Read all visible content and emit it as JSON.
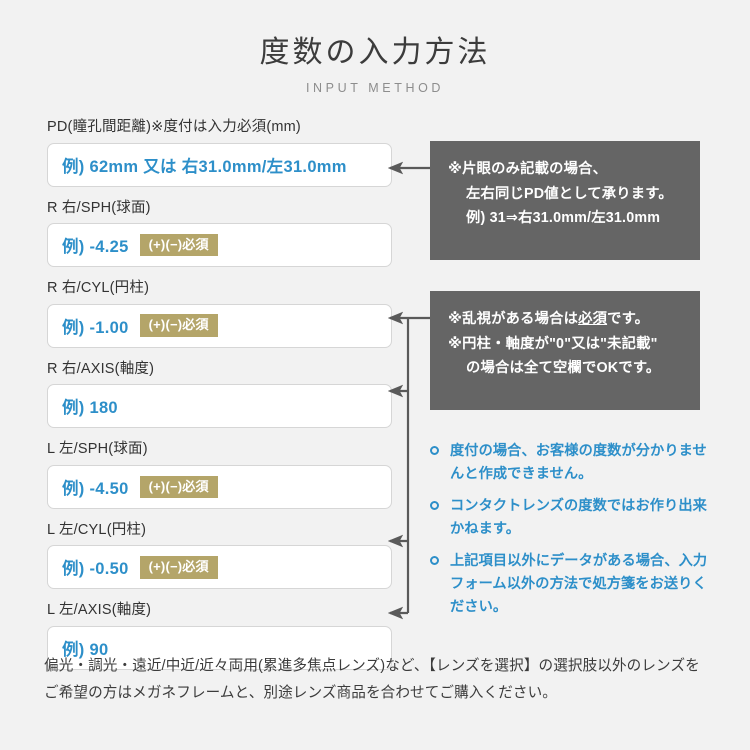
{
  "header": {
    "title": "度数の入力方法",
    "subtitle": "INPUT METHOD"
  },
  "form": {
    "fields": [
      {
        "id": "pd",
        "label": "PD(瞳孔間距離)※度付は入力必須(mm)",
        "value": "例) 62mm 又は 右31.0mm/左31.0mm",
        "badge": ""
      },
      {
        "id": "r-sph",
        "label": "R 右/SPH(球面)",
        "value": "例) -4.25",
        "badge": "(+)(−)必須"
      },
      {
        "id": "r-cyl",
        "label": "R 右/CYL(円柱)",
        "value": "例) -1.00",
        "badge": "(+)(−)必須"
      },
      {
        "id": "r-axis",
        "label": "R 右/AXIS(軸度)",
        "value": "例) 180",
        "badge": ""
      },
      {
        "id": "l-sph",
        "label": "L 左/SPH(球面)",
        "value": "例) -4.50",
        "badge": "(+)(−)必須"
      },
      {
        "id": "l-cyl",
        "label": "L 左/CYL(円柱)",
        "value": "例) -0.50",
        "badge": "(+)(−)必須"
      },
      {
        "id": "l-axis",
        "label": "L 左/AXIS(軸度)",
        "value": "例) 90",
        "badge": ""
      }
    ]
  },
  "callouts": [
    {
      "id": "pd-note",
      "lines": [
        {
          "text": "※片眼のみ記載の場合、",
          "indent": false,
          "underline": ""
        },
        {
          "text": "左右同じPD値として承ります。",
          "indent": true,
          "underline": ""
        },
        {
          "text": "例) 31⇒右31.0mm/左31.0mm",
          "indent": true,
          "underline": ""
        }
      ]
    },
    {
      "id": "cyl-axis-note",
      "lines": [
        {
          "text": "※乱視がある場合は必須です。",
          "indent": false,
          "underline": "必須"
        },
        {
          "text": "※円柱・軸度が\"0\"又は\"未記載\"",
          "indent": false,
          "underline": ""
        },
        {
          "text": "の場合は全て空欄でOKです。",
          "indent": true,
          "underline": ""
        }
      ]
    }
  ],
  "notes": [
    "度付の場合、お客様の度数が分かりませんと作成できません。",
    "コンタクトレンズの度数ではお作り出来かねます。",
    "上記項目以外にデータがある場合、入力フォーム以外の方法で処方箋をお送りください。"
  ],
  "footer": {
    "text": "偏光・調光・遠近/中近/近々両用(累進多焦点レンズ)など、【レンズを選択】の選択肢以外のレンズをご希望の方はメガネフレームと、別途レンズ商品を合わせてご購入ください。"
  },
  "colors": {
    "background": "#f2f2f2",
    "accent_blue": "#2d8fc9",
    "badge_khaki": "#b4a569",
    "callout_gray": "#656565",
    "connector": "#5a5a5a"
  }
}
